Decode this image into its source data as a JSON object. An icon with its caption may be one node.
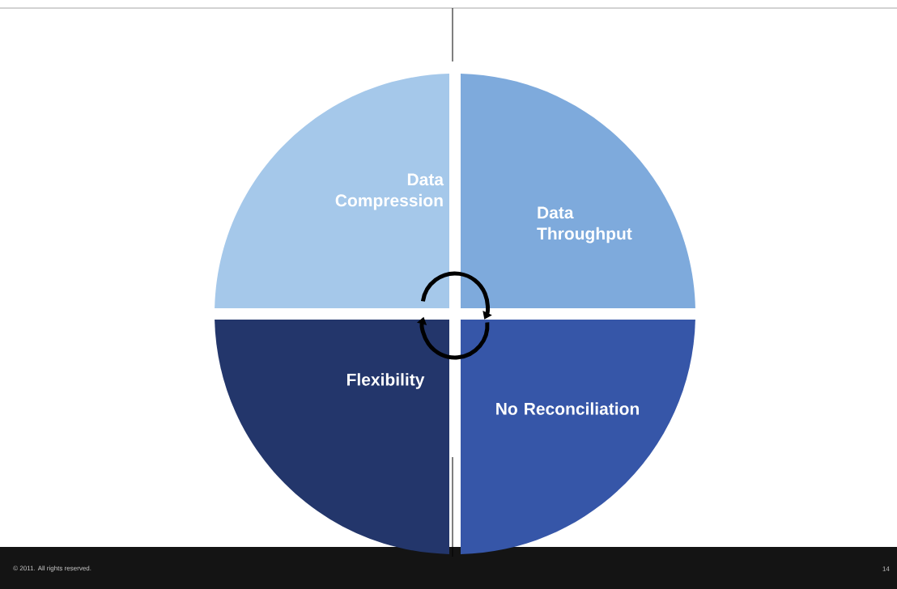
{
  "diagram": {
    "nodes": [
      {
        "text": [
          "Data Compression"
        ]
      },
      {
        "text": [
          "Data Throughput"
        ]
      },
      {
        "text": [
          "Flexibility"
        ]
      },
      {
        "text": [
          "No Reconciliation"
        ]
      }
    ],
    "edges": [
      {
        "from": 0,
        "to": 1,
        "arrow": "to"
      },
      {
        "from": 3,
        "to": 2,
        "arrow": "to"
      }
    ],
    "labels": [
      "© 2011. All rights reserved.",
      "14"
    ]
  }
}
